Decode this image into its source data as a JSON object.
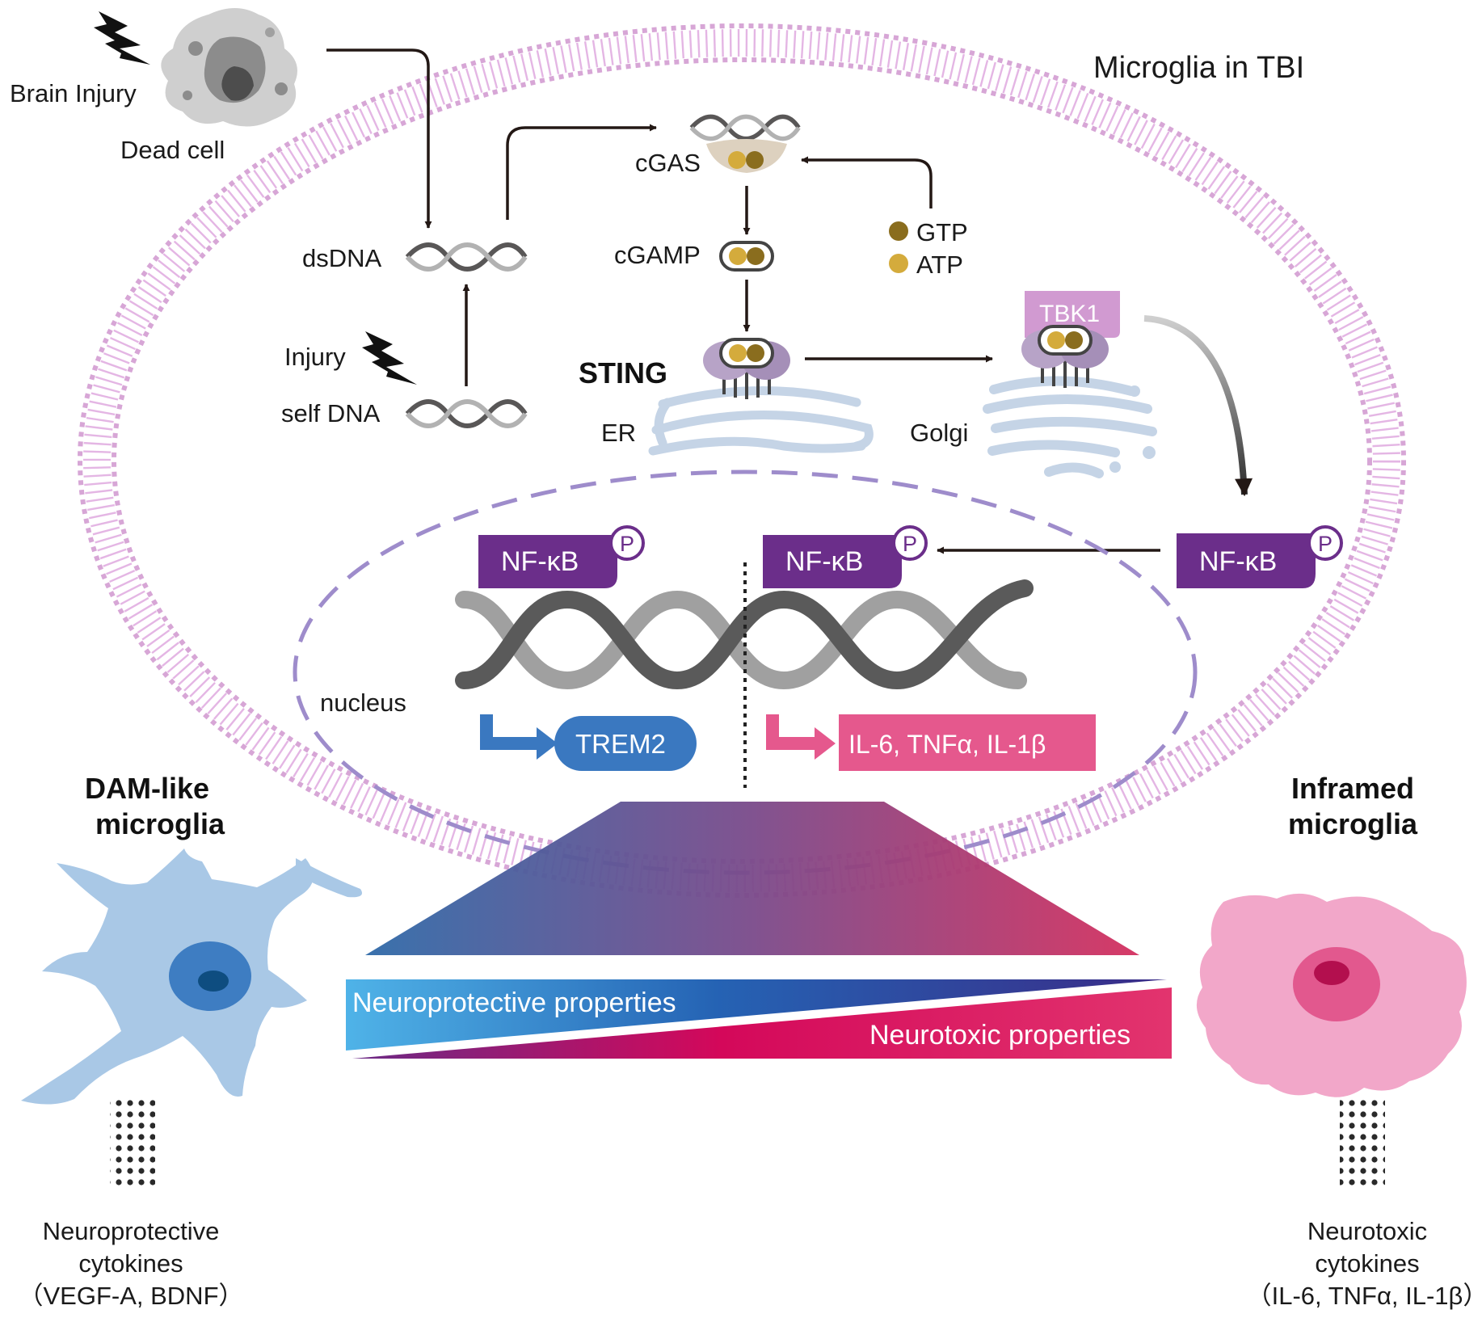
{
  "title": "Microglia in TBI",
  "labels": {
    "brain_injury": "Brain Injury",
    "dead_cell": "Dead cell",
    "dsdna": "dsDNA",
    "injury": "Injury",
    "self_dna": "self DNA",
    "cgas": "cGAS",
    "cgamp": "cGAMP",
    "gtp": "GTP",
    "atp": "ATP",
    "sting": "STING",
    "er": "ER",
    "golgi": "Golgi",
    "tbk1": "TBK1",
    "nfkb": "NF-κB",
    "phospho": "P",
    "nucleus": "nucleus",
    "trem2": "TREM2",
    "inflam_genes": "IL-6, TNFα, IL-1β",
    "dam_like_1": "DAM-like",
    "dam_like_2": "microglia",
    "inframed_1": "Inframed",
    "inframed_2": "microglia",
    "neuroprotective_props": "Neuroprotective properties",
    "neurotoxic_props": "Neurotoxic properties",
    "np_cyto_1": "Neuroprotective",
    "np_cyto_2": "cytokines",
    "np_cyto_3": "（VEGF-A, BDNF）",
    "nt_cyto_1": "Neurotoxic",
    "nt_cyto_2": "cytokines",
    "nt_cyto_3": "（IL-6, TNFα, IL-1β）"
  },
  "colors": {
    "membrane": "#d7a6d6",
    "nfkb": "#6b2e8a",
    "trem2": "#3a78c0",
    "inflam": "#e5588d",
    "dam_cell": "#a9c8e6",
    "dam_nucleus": "#3e7dc2",
    "inflamed_cell": "#f2a7c9",
    "inflamed_nucleus": "#e2588e",
    "gold": "#d4ab3c",
    "gold_dark": "#8a6d1e"
  }
}
